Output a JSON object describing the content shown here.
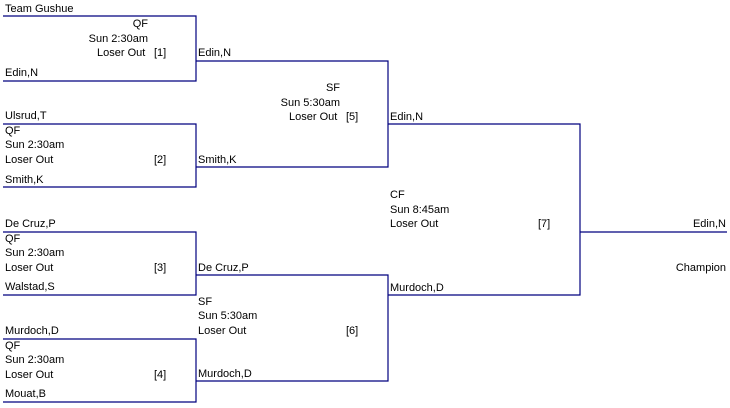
{
  "quarterfinals": [
    {
      "top_team": "Team Gushue",
      "bottom_team": "Edin,N",
      "round": "QF",
      "time": "Sun 2:30am",
      "format": "Loser Out",
      "game_number": "[1]"
    },
    {
      "top_team": "Ulsrud,T",
      "bottom_team": "Smith,K",
      "round": "QF",
      "time": "Sun 2:30am",
      "format": "Loser Out",
      "game_number": "[2]"
    },
    {
      "top_team": "De Cruz,P",
      "bottom_team": "Walstad,S",
      "round": "QF",
      "time": "Sun 2:30am",
      "format": "Loser Out",
      "game_number": "[3]"
    },
    {
      "top_team": "Murdoch,D",
      "bottom_team": "Mouat,B",
      "round": "QF",
      "time": "Sun 2:30am",
      "format": "Loser Out",
      "game_number": "[4]"
    }
  ],
  "semifinals": [
    {
      "top_team": "Edin,N",
      "bottom_team": "Smith,K",
      "round": "SF",
      "time": "Sun 5:30am",
      "format": "Loser Out",
      "game_number": "[5]"
    },
    {
      "top_team": "De Cruz,P",
      "bottom_team": "Murdoch,D",
      "round": "SF",
      "time": "Sun 5:30am",
      "format": "Loser Out",
      "game_number": "[6]"
    }
  ],
  "final": {
    "top_team": "Edin,N",
    "bottom_team": "Murdoch,D",
    "round": "CF",
    "time": "Sun 8:45am",
    "format": "Loser Out",
    "game_number": "[7]"
  },
  "champion": {
    "team": "Edin,N",
    "label": "Champion"
  },
  "colors": {
    "line": "#00007f",
    "text": "#000000"
  }
}
